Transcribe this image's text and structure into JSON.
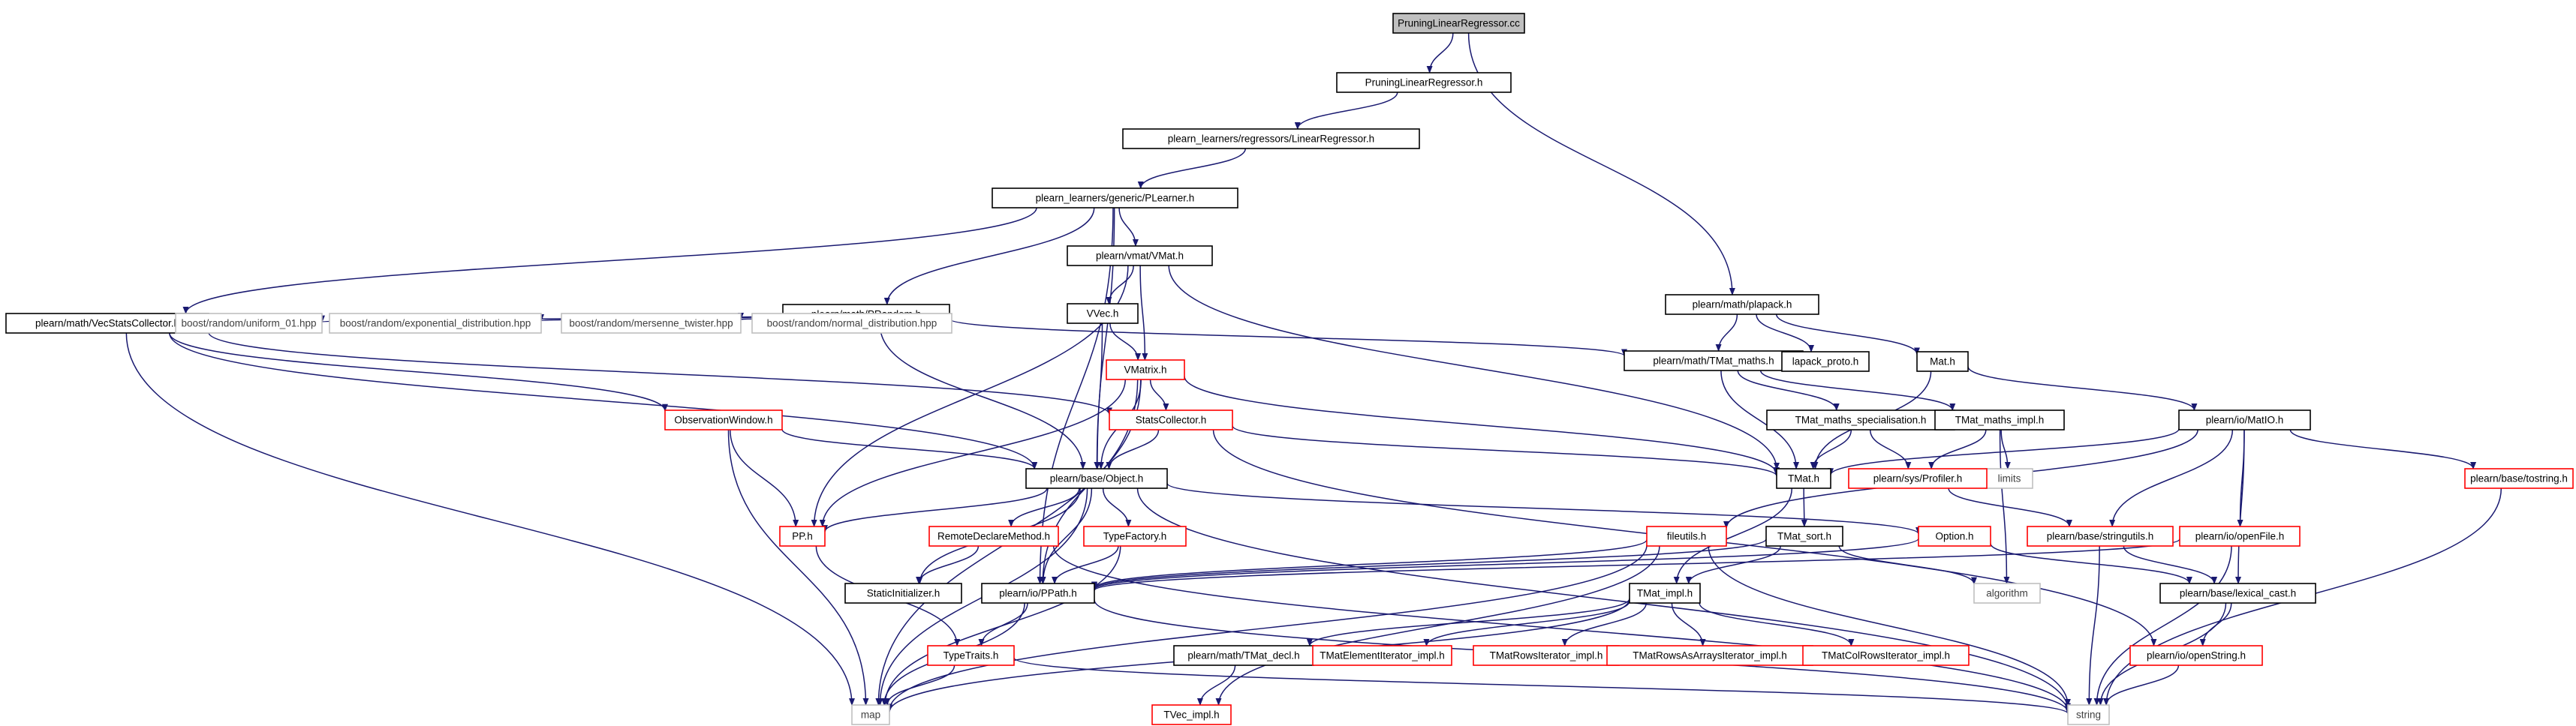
{
  "colors": {
    "edge": "#191970",
    "border_default": "#000000",
    "border_incomplete": "#ff0000",
    "border_external": "#bfbfbf",
    "root_fill": "#bfbfbf",
    "text": "#000000",
    "external_text": "#404040"
  },
  "nodes": {
    "root": {
      "label": "PruningLinearRegressor.cc",
      "kind": "root"
    },
    "plrh": {
      "label": "PruningLinearRegressor.h",
      "kind": "default"
    },
    "linreg": {
      "label": "plearn_learners/regressors/LinearRegressor.h",
      "kind": "default"
    },
    "plearner": {
      "label": "plearn_learners/generic/PLearner.h",
      "kind": "default"
    },
    "vmat": {
      "label": "plearn/vmat/VMat.h",
      "kind": "default"
    },
    "prandom": {
      "label": "plearn/math/PRandom.h",
      "kind": "default"
    },
    "vsc": {
      "label": "plearn/math/VecStatsCollector.h",
      "kind": "default"
    },
    "uniform": {
      "label": "boost/random/uniform_01.hpp",
      "kind": "external"
    },
    "expdist": {
      "label": "boost/random/exponential_distribution.hpp",
      "kind": "external"
    },
    "mersenne": {
      "label": "boost/random/mersenne_twister.hpp",
      "kind": "external"
    },
    "normdist": {
      "label": "boost/random/normal_distribution.hpp",
      "kind": "external"
    },
    "vvec": {
      "label": "VVec.h",
      "kind": "default"
    },
    "vmatrix": {
      "label": "VMatrix.h",
      "kind": "incomplete"
    },
    "plapack": {
      "label": "plearn/math/plapack.h",
      "kind": "default"
    },
    "tmatmaths": {
      "label": "plearn/math/TMat_maths.h",
      "kind": "default"
    },
    "lapack": {
      "label": "lapack_proto.h",
      "kind": "default"
    },
    "math": {
      "label": "Mat.h",
      "kind": "default"
    },
    "obswin": {
      "label": "ObservationWindow.h",
      "kind": "incomplete"
    },
    "statscoll": {
      "label": "StatsCollector.h",
      "kind": "incomplete"
    },
    "tmspec": {
      "label": "TMat_maths_specialisation.h",
      "kind": "default"
    },
    "tmimpl": {
      "label": "TMat_maths_impl.h",
      "kind": "default"
    },
    "matio": {
      "label": "plearn/io/MatIO.h",
      "kind": "default"
    },
    "object": {
      "label": "plearn/base/Object.h",
      "kind": "default"
    },
    "tmath": {
      "label": "TMat.h",
      "kind": "default"
    },
    "limits": {
      "label": "limits",
      "kind": "external"
    },
    "profiler": {
      "label": "plearn/sys/Profiler.h",
      "kind": "incomplete"
    },
    "tostring": {
      "label": "plearn/base/tostring.h",
      "kind": "incomplete"
    },
    "pph": {
      "label": "PP.h",
      "kind": "incomplete"
    },
    "rdm": {
      "label": "RemoteDeclareMethod.h",
      "kind": "incomplete"
    },
    "typefactory": {
      "label": "TypeFactory.h",
      "kind": "incomplete"
    },
    "fileutils": {
      "label": "fileutils.h",
      "kind": "incomplete"
    },
    "tmatsort": {
      "label": "TMat_sort.h",
      "kind": "default"
    },
    "option": {
      "label": "Option.h",
      "kind": "incomplete"
    },
    "stringutils": {
      "label": "plearn/base/stringutils.h",
      "kind": "incomplete"
    },
    "openfile": {
      "label": "plearn/io/openFile.h",
      "kind": "incomplete"
    },
    "staticinit": {
      "label": "StaticInitializer.h",
      "kind": "default"
    },
    "ppath": {
      "label": "plearn/io/PPath.h",
      "kind": "default"
    },
    "tmatimpl": {
      "label": "TMat_impl.h",
      "kind": "default"
    },
    "algorithm": {
      "label": "algorithm",
      "kind": "external"
    },
    "lexcast": {
      "label": "plearn/base/lexical_cast.h",
      "kind": "default"
    },
    "typetraits": {
      "label": "TypeTraits.h",
      "kind": "incomplete"
    },
    "tmatdecl": {
      "label": "plearn/math/TMat_decl.h",
      "kind": "default"
    },
    "teli": {
      "label": "TMatElementIterator_impl.h",
      "kind": "incomplete"
    },
    "tmri": {
      "label": "TMatRowsIterator_impl.h",
      "kind": "incomplete"
    },
    "tmraai": {
      "label": "TMatRowsAsArraysIterator_impl.h",
      "kind": "incomplete"
    },
    "tmcri": {
      "label": "TMatColRowsIterator_impl.h",
      "kind": "incomplete"
    },
    "openstring": {
      "label": "plearn/io/openString.h",
      "kind": "incomplete"
    },
    "map": {
      "label": "map",
      "kind": "external"
    },
    "tvecimpl": {
      "label": "TVec_impl.h",
      "kind": "incomplete"
    },
    "string": {
      "label": "string",
      "kind": "external"
    }
  },
  "edges": [
    [
      "root",
      "plrh"
    ],
    [
      "root",
      "plapack"
    ],
    [
      "plrh",
      "linreg"
    ],
    [
      "linreg",
      "plearner"
    ],
    [
      "plearner",
      "vmat"
    ],
    [
      "plearner",
      "prandom"
    ],
    [
      "plearner",
      "vsc"
    ],
    [
      "plearner",
      "object"
    ],
    [
      "plearner",
      "ppath"
    ],
    [
      "vmat",
      "vvec"
    ],
    [
      "vmat",
      "vmatrix"
    ],
    [
      "vmat",
      "pph"
    ],
    [
      "vmat",
      "tmath"
    ],
    [
      "vvec",
      "vmatrix"
    ],
    [
      "vvec",
      "object"
    ],
    [
      "prandom",
      "uniform"
    ],
    [
      "prandom",
      "expdist"
    ],
    [
      "prandom",
      "mersenne"
    ],
    [
      "prandom",
      "normdist"
    ],
    [
      "prandom",
      "object"
    ],
    [
      "prandom",
      "tmatmaths"
    ],
    [
      "vsc",
      "obswin"
    ],
    [
      "vsc",
      "statscoll"
    ],
    [
      "vsc",
      "object"
    ],
    [
      "vsc",
      "map"
    ],
    [
      "vmatrix",
      "statscoll"
    ],
    [
      "vmatrix",
      "object"
    ],
    [
      "vmatrix",
      "pph"
    ],
    [
      "vmatrix",
      "ppath"
    ],
    [
      "vmatrix",
      "map"
    ],
    [
      "vmatrix",
      "tmath"
    ],
    [
      "plapack",
      "tmatmaths"
    ],
    [
      "plapack",
      "lapack"
    ],
    [
      "plapack",
      "math"
    ],
    [
      "tmatmaths",
      "tmspec"
    ],
    [
      "tmatmaths",
      "tmimpl"
    ],
    [
      "tmatmaths",
      "tmath"
    ],
    [
      "math",
      "matio"
    ],
    [
      "math",
      "tmath"
    ],
    [
      "obswin",
      "object"
    ],
    [
      "obswin",
      "pph"
    ],
    [
      "obswin",
      "map"
    ],
    [
      "statscoll",
      "object"
    ],
    [
      "statscoll",
      "tmath"
    ],
    [
      "statscoll",
      "openstring"
    ],
    [
      "tmspec",
      "tmath"
    ],
    [
      "tmspec",
      "profiler"
    ],
    [
      "tmimpl",
      "profiler"
    ],
    [
      "tmimpl",
      "limits"
    ],
    [
      "tmimpl",
      "algorithm"
    ],
    [
      "matio",
      "tmath"
    ],
    [
      "matio",
      "fileutils"
    ],
    [
      "matio",
      "stringutils"
    ],
    [
      "matio",
      "openfile"
    ],
    [
      "matio",
      "lexcast"
    ],
    [
      "matio",
      "tostring"
    ],
    [
      "object",
      "pph"
    ],
    [
      "object",
      "rdm"
    ],
    [
      "object",
      "typefactory"
    ],
    [
      "object",
      "staticinit"
    ],
    [
      "object",
      "option"
    ],
    [
      "object",
      "ppath"
    ],
    [
      "object",
      "map"
    ],
    [
      "object",
      "string"
    ],
    [
      "tmath",
      "tmatsort"
    ],
    [
      "tmath",
      "tmatimpl"
    ],
    [
      "profiler",
      "stringutils"
    ],
    [
      "tostring",
      "string"
    ],
    [
      "pph",
      "typetraits"
    ],
    [
      "rdm",
      "staticinit"
    ],
    [
      "rdm",
      "string"
    ],
    [
      "typefactory",
      "ppath"
    ],
    [
      "typefactory",
      "map"
    ],
    [
      "fileutils",
      "ppath"
    ],
    [
      "fileutils",
      "string"
    ],
    [
      "fileutils",
      "map"
    ],
    [
      "fileutils",
      "tvecimpl"
    ],
    [
      "tmatsort",
      "tmatimpl"
    ],
    [
      "tmatsort",
      "algorithm"
    ],
    [
      "tmatsort",
      "ppath"
    ],
    [
      "option",
      "lexcast"
    ],
    [
      "option",
      "ppath"
    ],
    [
      "stringutils",
      "lexcast"
    ],
    [
      "stringutils",
      "string"
    ],
    [
      "openfile",
      "ppath"
    ],
    [
      "openfile",
      "string"
    ],
    [
      "ppath",
      "typetraits"
    ],
    [
      "ppath",
      "map"
    ],
    [
      "ppath",
      "string"
    ],
    [
      "tmatimpl",
      "tmatdecl"
    ],
    [
      "tmatimpl",
      "teli"
    ],
    [
      "tmatimpl",
      "tmri"
    ],
    [
      "tmatimpl",
      "tmraai"
    ],
    [
      "tmatimpl",
      "tmcri"
    ],
    [
      "tmatimpl",
      "map"
    ],
    [
      "lexcast",
      "openstring"
    ],
    [
      "lexcast",
      "string"
    ],
    [
      "typetraits",
      "map"
    ],
    [
      "typetraits",
      "string"
    ],
    [
      "tmatdecl",
      "tvecimpl"
    ],
    [
      "openstring",
      "string"
    ]
  ]
}
